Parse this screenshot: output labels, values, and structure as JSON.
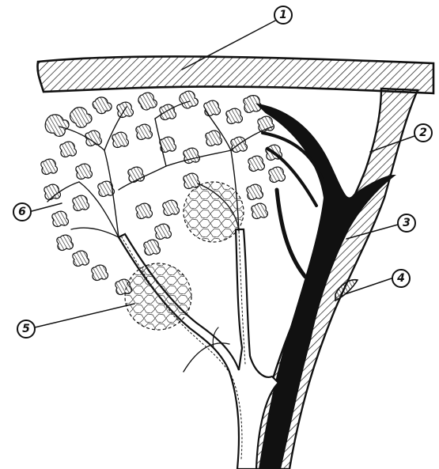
{
  "labels": [
    "1",
    "2",
    "3",
    "4",
    "5",
    "6"
  ],
  "colors": {
    "ink": "#111111",
    "paper": "#ffffff"
  }
}
